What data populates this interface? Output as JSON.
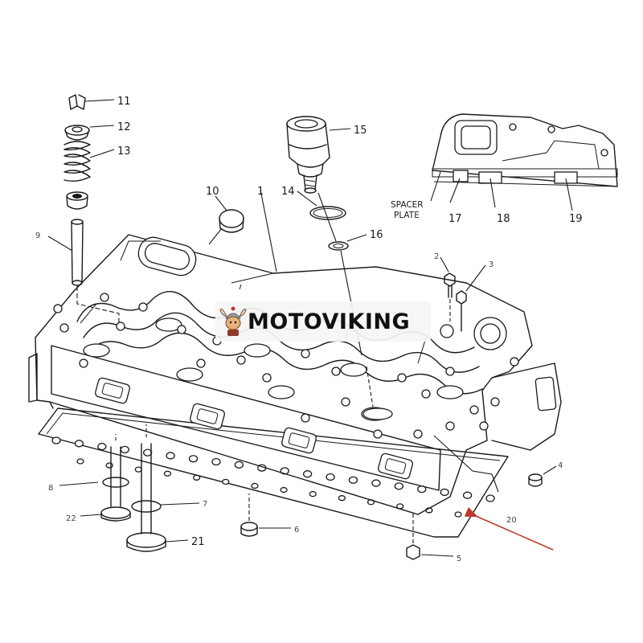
{
  "diagram": {
    "labels": {
      "p1": "1",
      "p2": "2",
      "p3": "3",
      "p4": "4",
      "p5": "5",
      "p6": "6",
      "p7": "7",
      "p8": "8",
      "p9": "9",
      "p10": "10",
      "p11": "11",
      "p12": "12",
      "p13": "13",
      "p14": "14",
      "p15": "15",
      "p16": "16",
      "p17": "17",
      "p18": "18",
      "p19": "19",
      "p20": "20",
      "p21": "21",
      "p22": "22"
    },
    "inset_note_line1": "SPACER",
    "inset_note_line2": "PLATE"
  },
  "watermark": {
    "text": "MOTOVIKING",
    "logo": "viking-mascot-icon"
  },
  "colors": {
    "ink": "#1a1a1a",
    "arrow": "#c0392b"
  }
}
